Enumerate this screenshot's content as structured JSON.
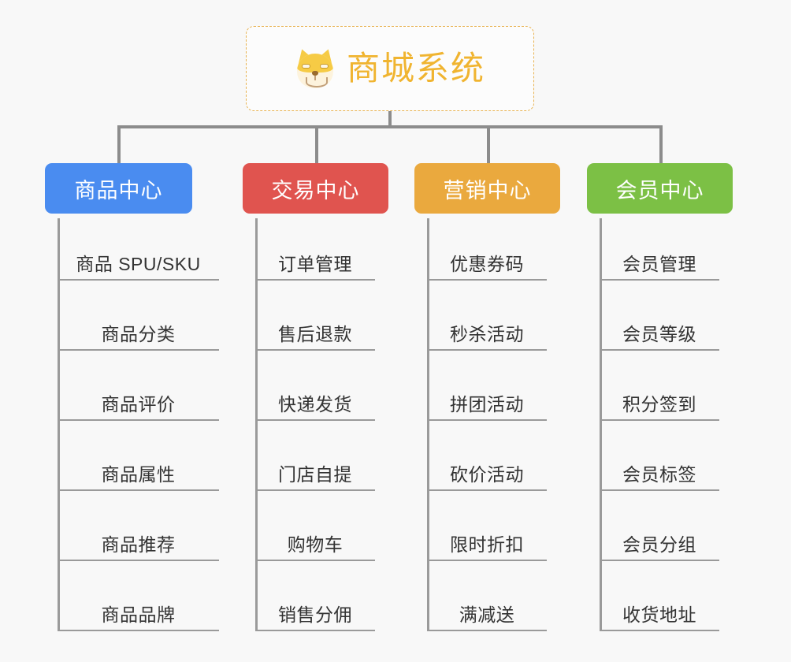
{
  "diagram": {
    "type": "mindmap-org-chart",
    "background_color": "#f8f8f8",
    "connector_color": "#8c8c8c",
    "root": {
      "icon": "shiba-dog-face-emoji",
      "title": "商城系统",
      "text_color": "#f0b430",
      "border_color": "#e8b352",
      "background_color": "#fcfcfc",
      "border_style": "dashed"
    },
    "columns": [
      {
        "id": "product-center",
        "label": "商品中心",
        "color": "#4a8cf0",
        "text_color": "#ffffff",
        "items": [
          "商品 SPU/SKU",
          "商品分类",
          "商品评价",
          "商品属性",
          "商品推荐",
          "商品品牌"
        ]
      },
      {
        "id": "trade-center",
        "label": "交易中心",
        "color": "#e0544f",
        "text_color": "#ffffff",
        "items": [
          "订单管理",
          "售后退款",
          "快递发货",
          "门店自提",
          "购物车",
          "销售分佣"
        ]
      },
      {
        "id": "marketing-center",
        "label": "营销中心",
        "color": "#eaa93e",
        "text_color": "#ffffff",
        "items": [
          "优惠券码",
          "秒杀活动",
          "拼团活动",
          "砍价活动",
          "限时折扣",
          "满减送"
        ]
      },
      {
        "id": "member-center",
        "label": "会员中心",
        "color": "#7cc045",
        "text_color": "#ffffff",
        "items": [
          "会员管理",
          "会员等级",
          "积分签到",
          "会员标签",
          "会员分组",
          "收货地址"
        ]
      }
    ]
  }
}
